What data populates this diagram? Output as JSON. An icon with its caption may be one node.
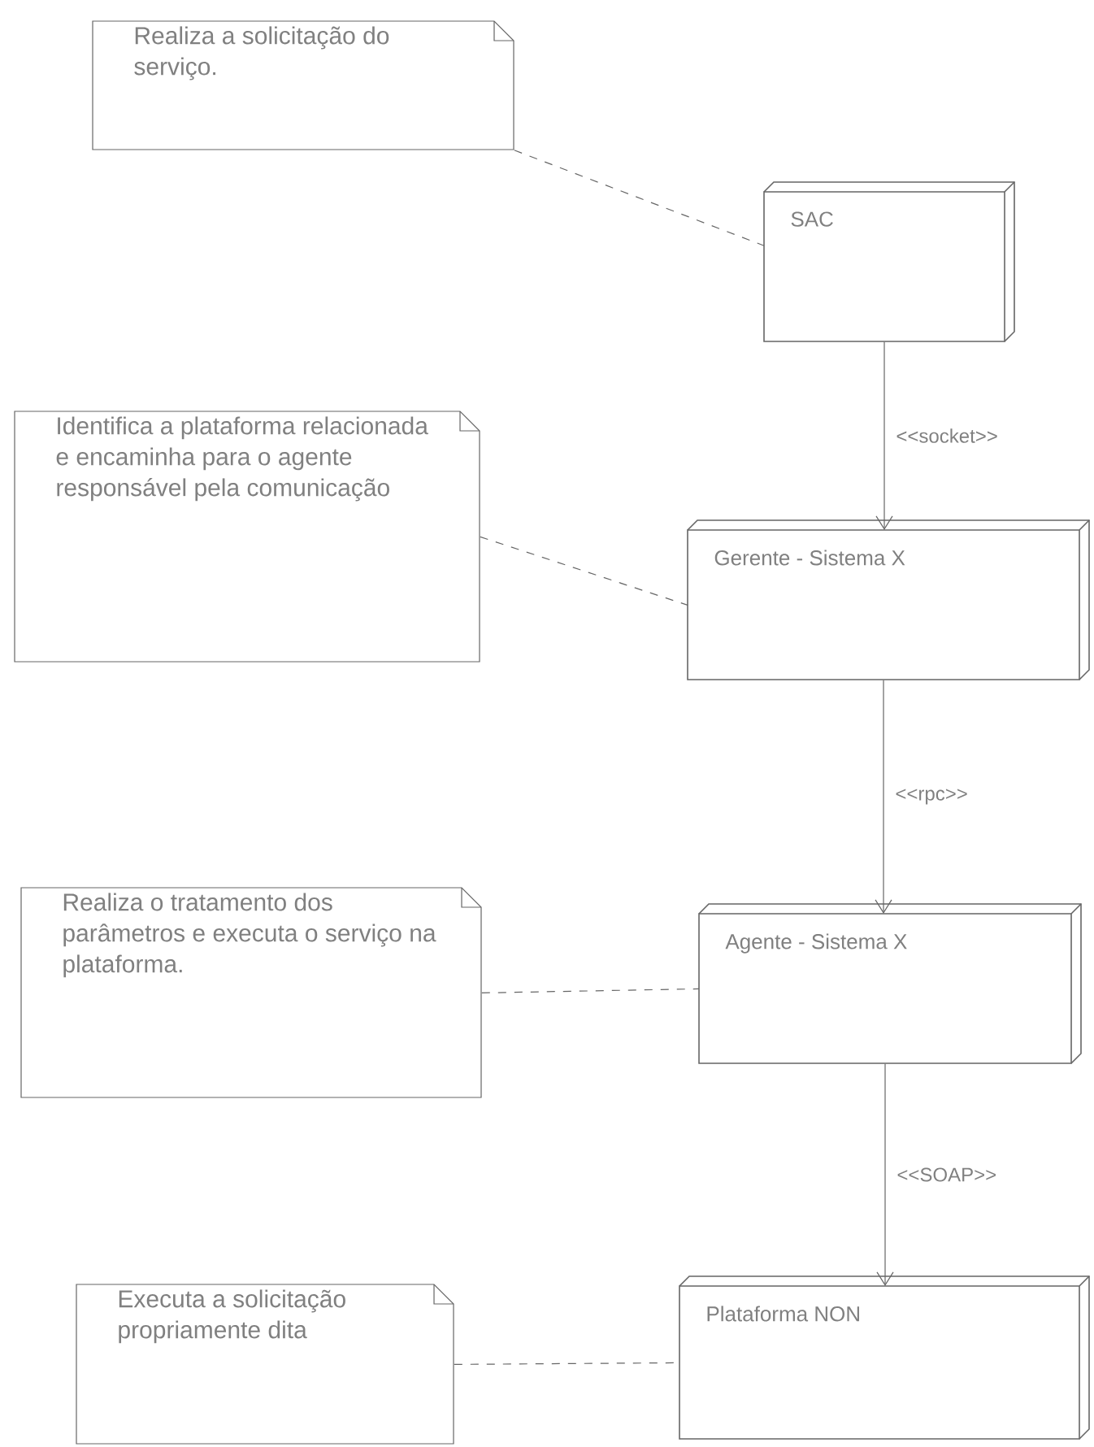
{
  "diagram": {
    "nodes": [
      {
        "text": [
          "Realiza a solicitação do serviço."
        ]
      },
      {
        "text": [
          "SAC"
        ]
      },
      {
        "text": [
          "Identifica a plataforma relacionada e encaminha para o agente responsável pela comunicação"
        ]
      },
      {
        "text": [
          "Gerente -  Sistema X"
        ]
      },
      {
        "text": [
          "Realiza o tratamento dos parâmetros e executa o serviço na plataforma."
        ]
      },
      {
        "text": [
          "Agente - Sistema X"
        ]
      },
      {
        "text": [
          "Executa a solicitação propriamente dita"
        ]
      },
      {
        "text": [
          "Plataforma NON"
        ]
      }
    ],
    "edges": [
      {
        "from": 0,
        "to": 1,
        "arrow": "none",
        "style": "dashed"
      },
      {
        "from": 1,
        "to": 3,
        "arrow": "to",
        "label": "<<socket>>"
      },
      {
        "from": 2,
        "to": 3,
        "arrow": "none",
        "style": "dashed"
      },
      {
        "from": 3,
        "to": 5,
        "arrow": "to",
        "label": "<<rpc>>"
      },
      {
        "from": 4,
        "to": 5,
        "arrow": "none",
        "style": "dashed"
      },
      {
        "from": 5,
        "to": 7,
        "arrow": "to",
        "label": "<<SOAP>>"
      },
      {
        "from": 6,
        "to": 7,
        "arrow": "none",
        "style": "dashed"
      }
    ]
  }
}
